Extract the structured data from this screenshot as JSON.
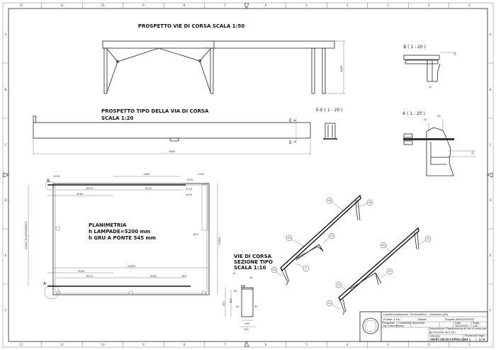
{
  "grid": {
    "columns": [
      "12",
      "11",
      "10",
      "9",
      "8",
      "7",
      "6",
      "5",
      "4",
      "3",
      "2",
      "1"
    ],
    "rows": [
      "A",
      "B",
      "C",
      "D",
      "E",
      "F"
    ]
  },
  "elevation": {
    "title": "PROSPETTO VIE DI CORSA SCALA 1:50",
    "height_dim": "4435"
  },
  "typical_elevation": {
    "title_line1": "PROSPETTO TIPO DELLA VIA DI CORSA",
    "title_line2": "SCALA 1:20",
    "length_dim": "9400",
    "section_marker": "E",
    "section_label": "E-E ( 1 : 20 )"
  },
  "details": {
    "b_label": "B ( 1 : 20 )",
    "b_dims": [
      "20",
      "20"
    ],
    "a_label": "A ( 1 : 20 )",
    "a_dims": [
      "20",
      "40",
      "20"
    ]
  },
  "plan": {
    "title": "PLANIMETRIA",
    "line2": "h LAMPADE=5200 mm",
    "line3": "h GRU A PONTE 545 mm",
    "corner_a": "A",
    "corner_b": "B",
    "dims": {
      "d1035": "1035",
      "top_9063": "9063",
      "d2316": "2316",
      "d1926": "1926",
      "top_8919": "8919",
      "d8191": "8191",
      "top_9063b": "9063",
      "d2213": "2213",
      "d2454": "2454",
      "d800": "800",
      "d20625": "20625",
      "bot_9063": "9063",
      "bot_8919": "8919",
      "bot_9063b": "9063",
      "d345": "345",
      "d19490": "19490",
      "scartamento": "15500 SCARTAMENTO"
    }
  },
  "section": {
    "title_line1": "VIE DI CORSA",
    "title_line2": "SEZIONE TIPO",
    "title_line3": "SCALA 1:10",
    "dims": {
      "d10": "10",
      "d40": "40",
      "d520": "520",
      "d480": "480",
      "d30a": "30",
      "d30b": "30",
      "d30c": "30",
      "d190": "190",
      "d250": "250"
    }
  },
  "isometric": {
    "balloons": [
      "V4",
      "C6",
      "V3",
      "C5",
      "C4",
      "T",
      "V2",
      "C3",
      "V1",
      "C2",
      "C1"
    ]
  },
  "title_block": {
    "location": "Località installazione: Via Soravilla,1 _ Mornacco (UD)",
    "capacity": "Portata: 4 Ton",
    "mass": "Massa:",
    "project": "Progetto AM2910/24/CO",
    "author_label": "Progettato",
    "author": "Ing. Fabio Bortolo",
    "checked_label": "Controllato",
    "approved_label": "Approvato",
    "date_label": "Data",
    "date": "28/10/2024",
    "scale_label": "Scala",
    "scale": "1:50",
    "description": "Descrizione: Pianificazione di vie di corsa per gru a ponte da 4 Ton",
    "drawing_label": "Disegno",
    "drawing_number": "AM-8T-VIE-DI-CORSA-2024",
    "revision_label": "Revisione",
    "revision": "1",
    "sheet_label": "Foglio",
    "sheet": "1 / 4",
    "seal_text": "AL MAP"
  }
}
